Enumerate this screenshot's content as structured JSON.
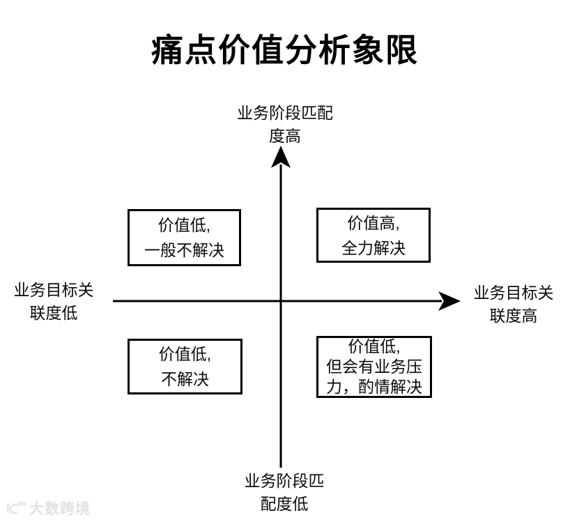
{
  "title": "痛点价值分析象限",
  "axes": {
    "top_label": {
      "line1": "业务阶段匹配",
      "line2": "度高"
    },
    "bottom_label": {
      "line1": "业务阶段匹",
      "line2": "配度低"
    },
    "left_label": {
      "line1": "业务目标关",
      "line2": "联度低"
    },
    "right_label": {
      "line1": "业务目标关",
      "line2": "联度高"
    }
  },
  "quadrants": {
    "top_left": {
      "line1": "价值低,",
      "line2": "一般不解决"
    },
    "top_right": {
      "line1": "价值高,",
      "line2": "全力解决"
    },
    "bottom_left": {
      "line1": "价值低,",
      "line2": "不解决"
    },
    "bottom_right": {
      "line1": "价值低,",
      "line2": "但会有业务压",
      "line3": "力，酌情解决"
    }
  },
  "watermark": {
    "text": "大数跨境"
  },
  "colors": {
    "line": "#000000",
    "text": "#0a0a0a",
    "watermark": "#e2e2e2",
    "background": "#ffffff"
  }
}
